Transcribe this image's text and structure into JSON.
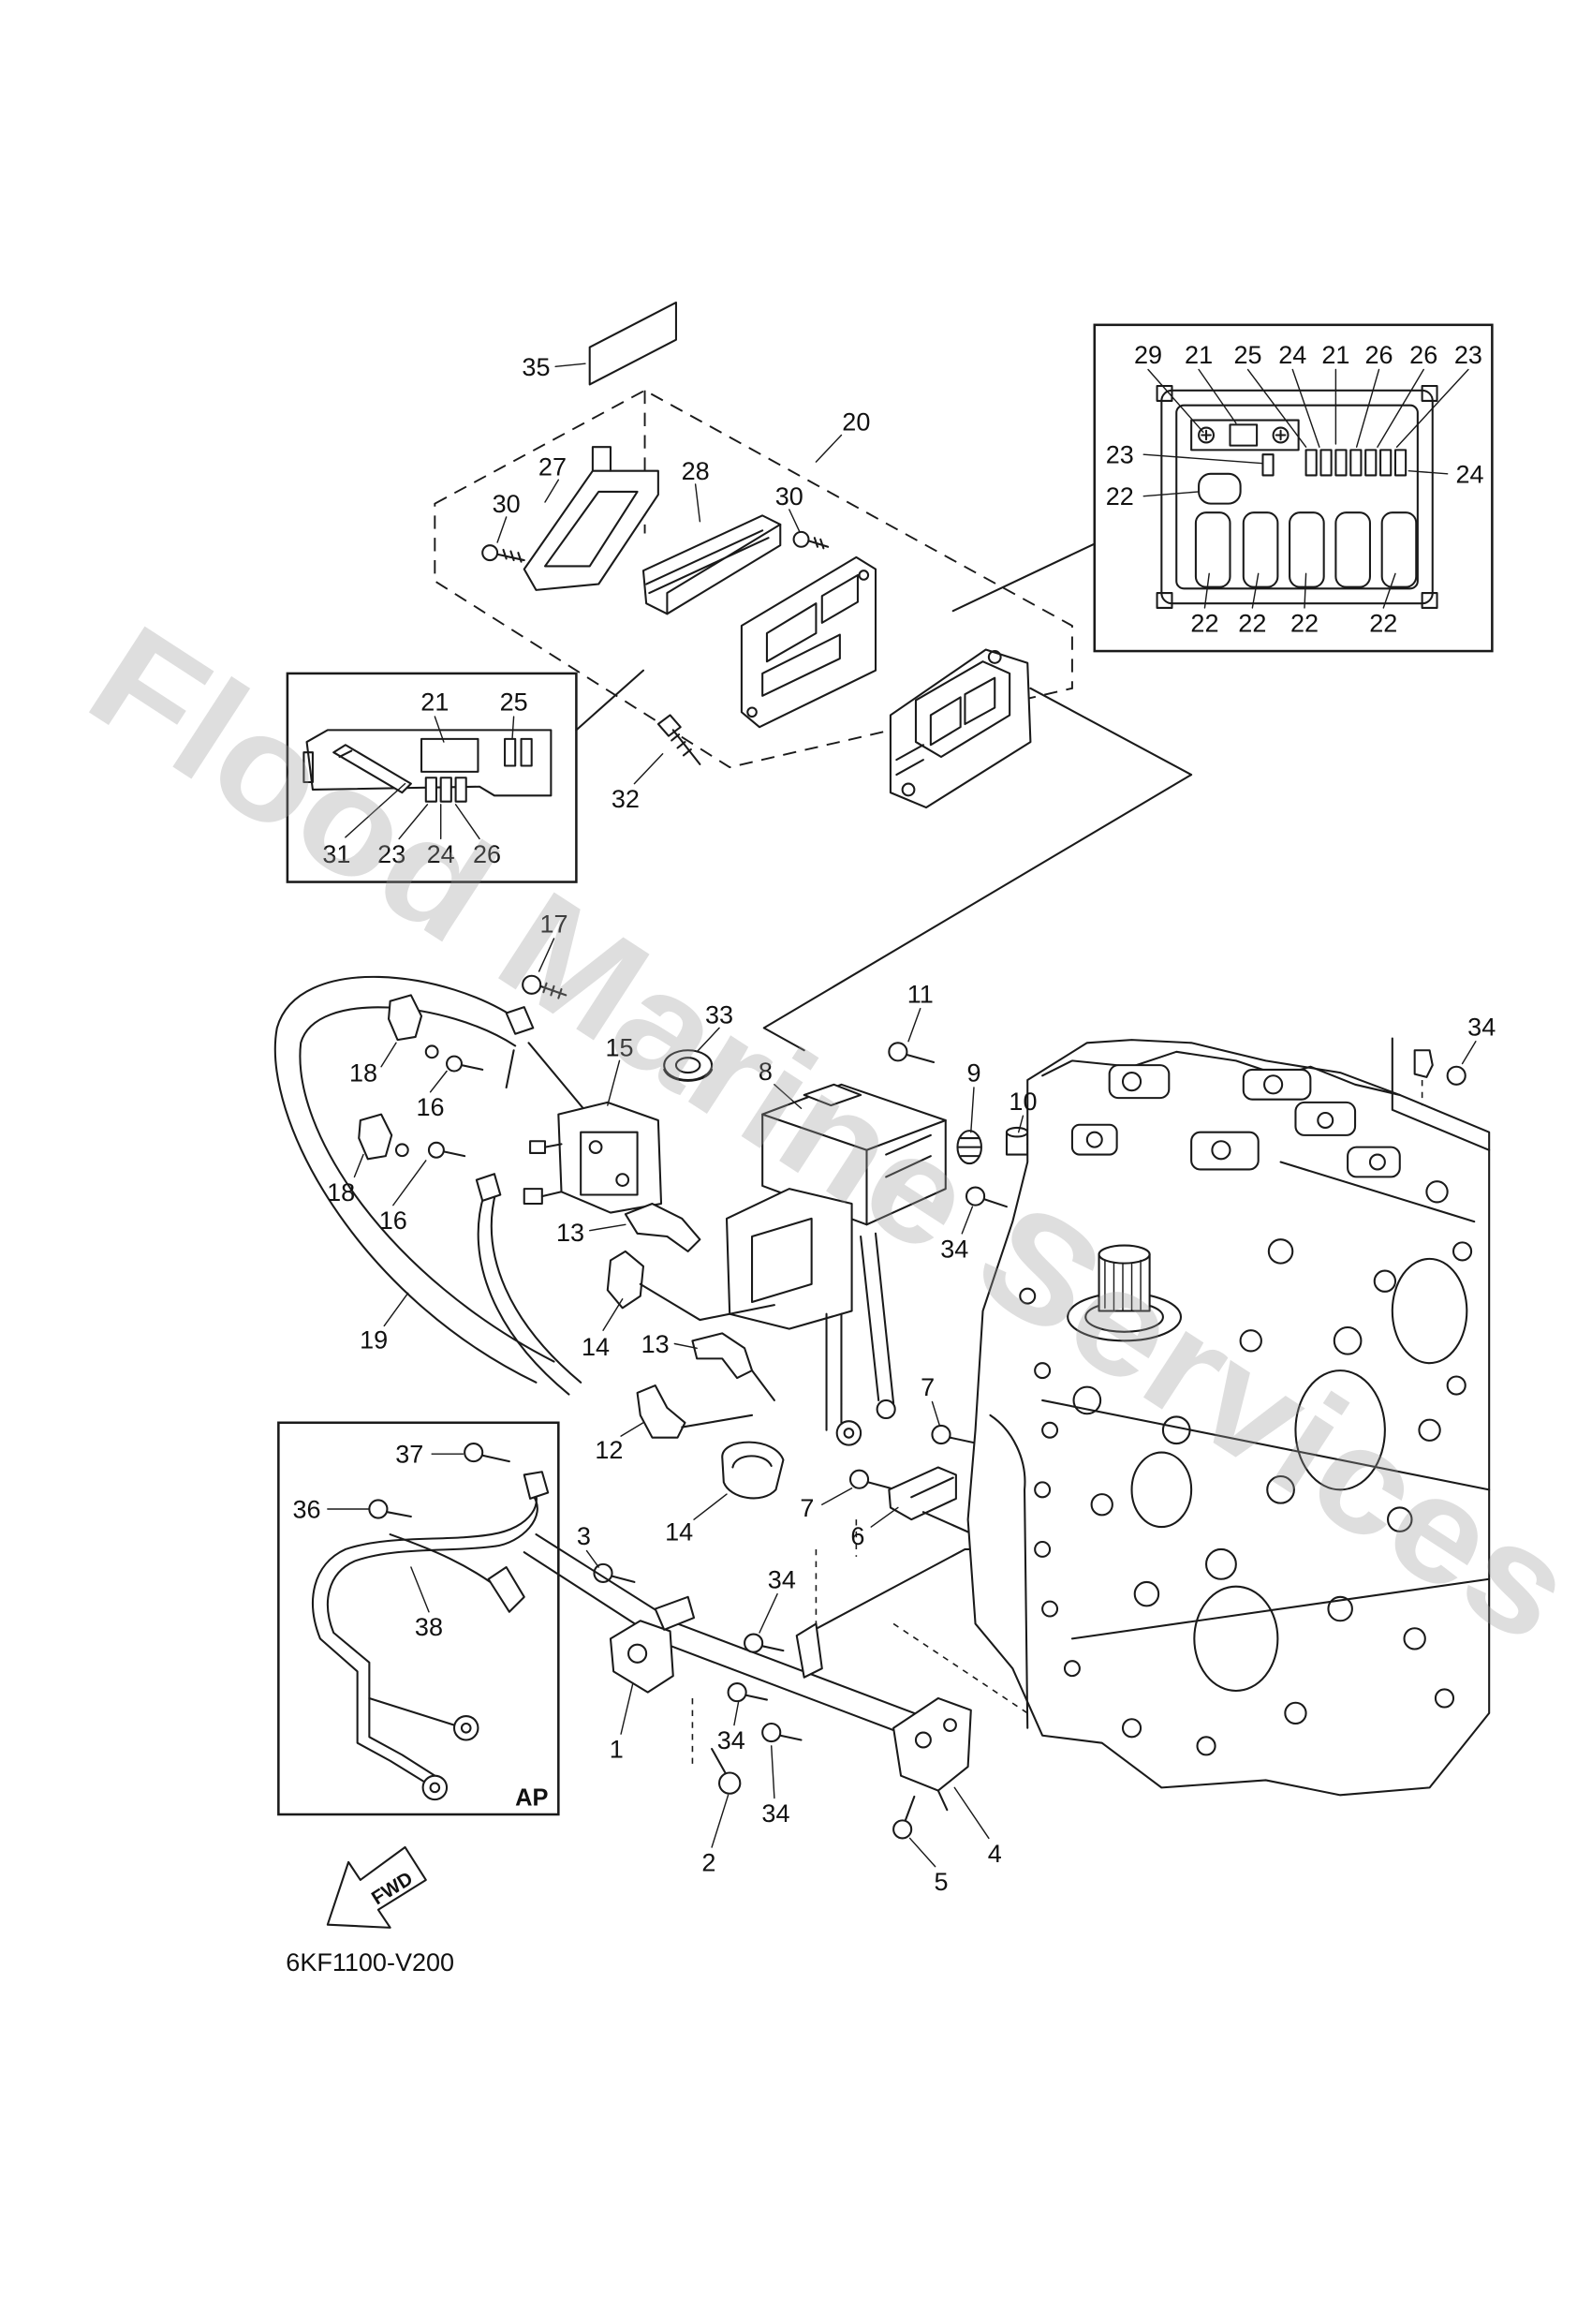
{
  "document": {
    "watermark": "Flood Marine Services",
    "drawing_code": "6KF1100-V200",
    "fwd_label": "FWD",
    "ap_label": "AP"
  },
  "callouts": [
    "35",
    "20",
    "27",
    "28",
    "30",
    "30",
    "32",
    "29",
    "21",
    "25",
    "24",
    "21",
    "26",
    "26",
    "23",
    "23",
    "24",
    "22",
    "22",
    "22",
    "22",
    "22",
    "21",
    "25",
    "31",
    "23",
    "24",
    "26",
    "17",
    "11",
    "33",
    "34",
    "15",
    "8",
    "9",
    "18",
    "16",
    "10",
    "18",
    "16",
    "13",
    "34",
    "19",
    "14",
    "13",
    "7",
    "12",
    "37",
    "36",
    "7",
    "14",
    "6",
    "3",
    "34",
    "38",
    "34",
    "1",
    "34",
    "2",
    "4",
    "5"
  ],
  "colors": {
    "ink": "#1a1a1a",
    "watermark": "#9a9a9a"
  }
}
